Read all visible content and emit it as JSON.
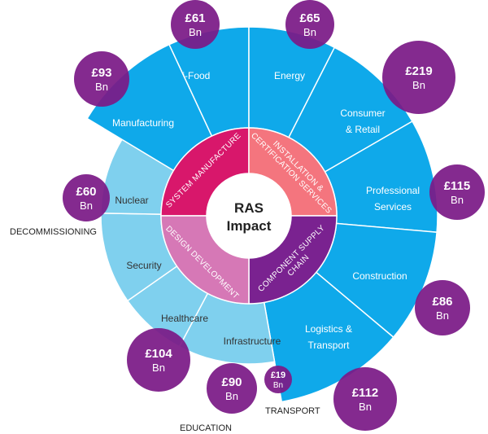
{
  "center": {
    "line1": "RAS",
    "line2": "Impact"
  },
  "colors": {
    "outer_blue": "#0fa9ea",
    "outer_light": "#7fd0ee",
    "bubble": "#7b1a86",
    "ring_pink": "#d8176b",
    "ring_salmon": "#f4757e",
    "ring_purple": "#7a2290",
    "ring_mauve": "#d678b6"
  },
  "outer_segments": [
    {
      "label_lines": [
        "Agri-Food"
      ],
      "tone": "blue"
    },
    {
      "label_lines": [
        "Energy"
      ],
      "tone": "blue"
    },
    {
      "label_lines": [
        "Consumer",
        "& Retail"
      ],
      "tone": "blue"
    },
    {
      "label_lines": [
        "Professional",
        "Services"
      ],
      "tone": "blue"
    },
    {
      "label_lines": [
        "Construction"
      ],
      "tone": "blue"
    },
    {
      "label_lines": [
        "Logistics &",
        "Transport"
      ],
      "tone": "blue"
    },
    {
      "label_lines": [
        "Infrastructure"
      ],
      "tone": "light"
    },
    {
      "label_lines": [
        "Healthcare"
      ],
      "tone": "light"
    },
    {
      "label_lines": [
        "Security"
      ],
      "tone": "light"
    },
    {
      "label_lines": [
        "Nuclear"
      ],
      "tone": "light"
    },
    {
      "label_lines": [
        "Manufacturing"
      ],
      "tone": "blue"
    }
  ],
  "inner_ring": [
    {
      "label": "SYSTEM MANUFACTURE",
      "tone": "pink"
    },
    {
      "label": "INSTALLATION & CERTIFICATION SERVICES",
      "tone": "salmon"
    },
    {
      "label": "COMPONENT SUPPLY CHAIN",
      "tone": "purple"
    },
    {
      "label": "DESIGN DEVELOPMENT",
      "tone": "mauve"
    }
  ],
  "bubbles": [
    {
      "value": "£61",
      "unit": "Bn"
    },
    {
      "value": "£65",
      "unit": "Bn"
    },
    {
      "value": "£93",
      "unit": "Bn"
    },
    {
      "value": "£219",
      "unit": "Bn"
    },
    {
      "value": "£115",
      "unit": "Bn"
    },
    {
      "value": "£60",
      "unit": "Bn"
    },
    {
      "value": "£86",
      "unit": "Bn"
    },
    {
      "value": "£104",
      "unit": "Bn"
    },
    {
      "value": "£90",
      "unit": "Bn"
    },
    {
      "value": "£19",
      "unit": "Bn"
    },
    {
      "value": "£112",
      "unit": "Bn"
    }
  ],
  "outside_labels": {
    "decommissioning": "DECOMMISSIONING",
    "education": "EDUCATION",
    "transport": "TRANSPORT"
  }
}
